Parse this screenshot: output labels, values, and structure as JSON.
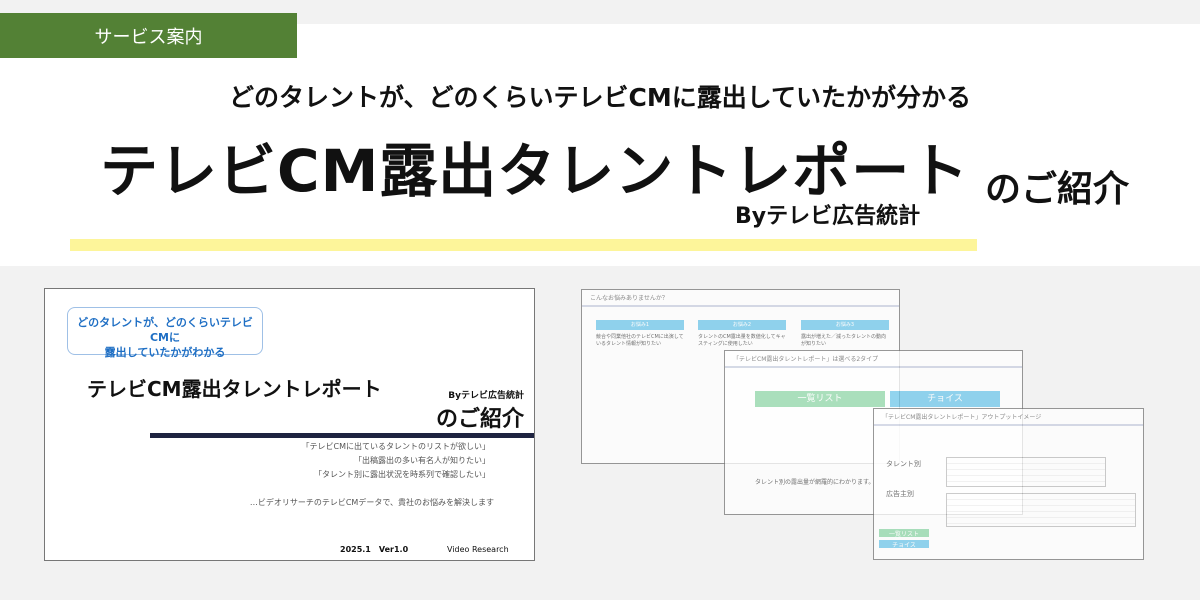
{
  "tag": "サービス案内",
  "header": {
    "subtitle": "どのタレントが、どのくらいテレビCMに露出していたかが分かる",
    "title": "テレビCM露出タレントレポート",
    "by": "Byテレビ広告統計",
    "intro": "のご紹介"
  },
  "slide1": {
    "bubble_line1": "どのタレントが、どのくらいテレビCMに",
    "bubble_line2": "露出していたかがわかる",
    "title": "テレビCM露出タレントレポート",
    "by": "Byテレビ広告統計",
    "intro": "のご紹介",
    "quotes": [
      "「テレビCMに出ているタレントのリストが欲しい」",
      "「出稿露出の多い有名人が知りたい」",
      "「タレント別に露出状況を時系列で確認したい」"
    ],
    "solution": "…ビデオリサーチのテレビCMデータで、貴社のお悩みを解決します",
    "footer": "2025.1　Ver1.0",
    "logo": "Video Research"
  },
  "slide2": {
    "heading": "こんなお悩みありませんか？",
    "boxes": [
      "お悩み1",
      "お悩み2",
      "お悩み3"
    ],
    "texts": [
      "競合や同業他社のテレビCMに出演しているタレント情報が知りたい",
      "タレントのCM露出量を数値化してキャスティングに使用したい",
      "露出が増えた／減ったタレントの動向が知りたい"
    ]
  },
  "slide3": {
    "heading": "「テレビCM露出タレントレポート」は選べる2タイプ",
    "list": "一覧リスト",
    "choice": "チョイス",
    "note": "タレント別の露出量が網羅的にわかります。"
  },
  "slide4": {
    "heading": "「テレビCM露出タレントレポート」アウトプットイメージ",
    "talent": "タレント別",
    "ad": "広告主別",
    "list": "一覧リスト",
    "choice": "チョイス"
  }
}
